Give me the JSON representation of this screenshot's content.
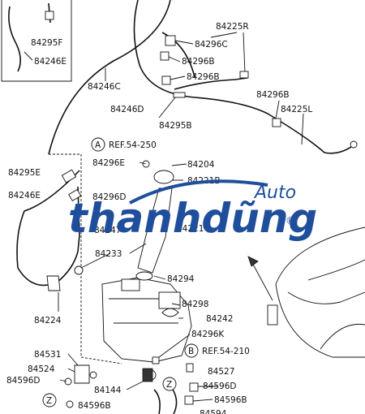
{
  "parts": {
    "p84295F": "84295F",
    "p84246E_top": "84246E",
    "p84225R": "84225R",
    "p84296C_top": "84296C",
    "p84296B_a": "84296B",
    "p84296B_b": "84296B",
    "p84246C": "84246C",
    "p84246D": "84246D",
    "p84296B_c": "84296B",
    "p84225L": "84225L",
    "p84295B": "84295B",
    "p84296E": "84296E",
    "p84204": "84204",
    "p84221B": "84221B",
    "p84295E": "84295E",
    "p84246E": "84246E",
    "p84296D": "84296D",
    "p84221C": "84221C",
    "p84247": "84247",
    "p84233": "84233",
    "p84294": "84294",
    "p84298": "84298",
    "p84242": "84242",
    "p84224": "84224",
    "p84296K": "84296K",
    "p84531": "84531",
    "p84524": "84524",
    "p84527": "84527",
    "p84596D_left": "84596D",
    "p84144": "84144",
    "p84596D_right": "84596D",
    "p84596B_left": "84596B",
    "p84596B_right": "84596B",
    "p84594": "84594"
  },
  "refs": {
    "A_letter": "A",
    "A_text": "REF.54-250",
    "B_letter": "B",
    "B_text": "REF.54-210",
    "Z_letter": "Z"
  },
  "watermark": {
    "brand": "thanhdũng",
    "tag": "Auto",
    "reg": "®"
  },
  "colors": {
    "line": "#111111",
    "watermark": "#1f4e9c"
  }
}
